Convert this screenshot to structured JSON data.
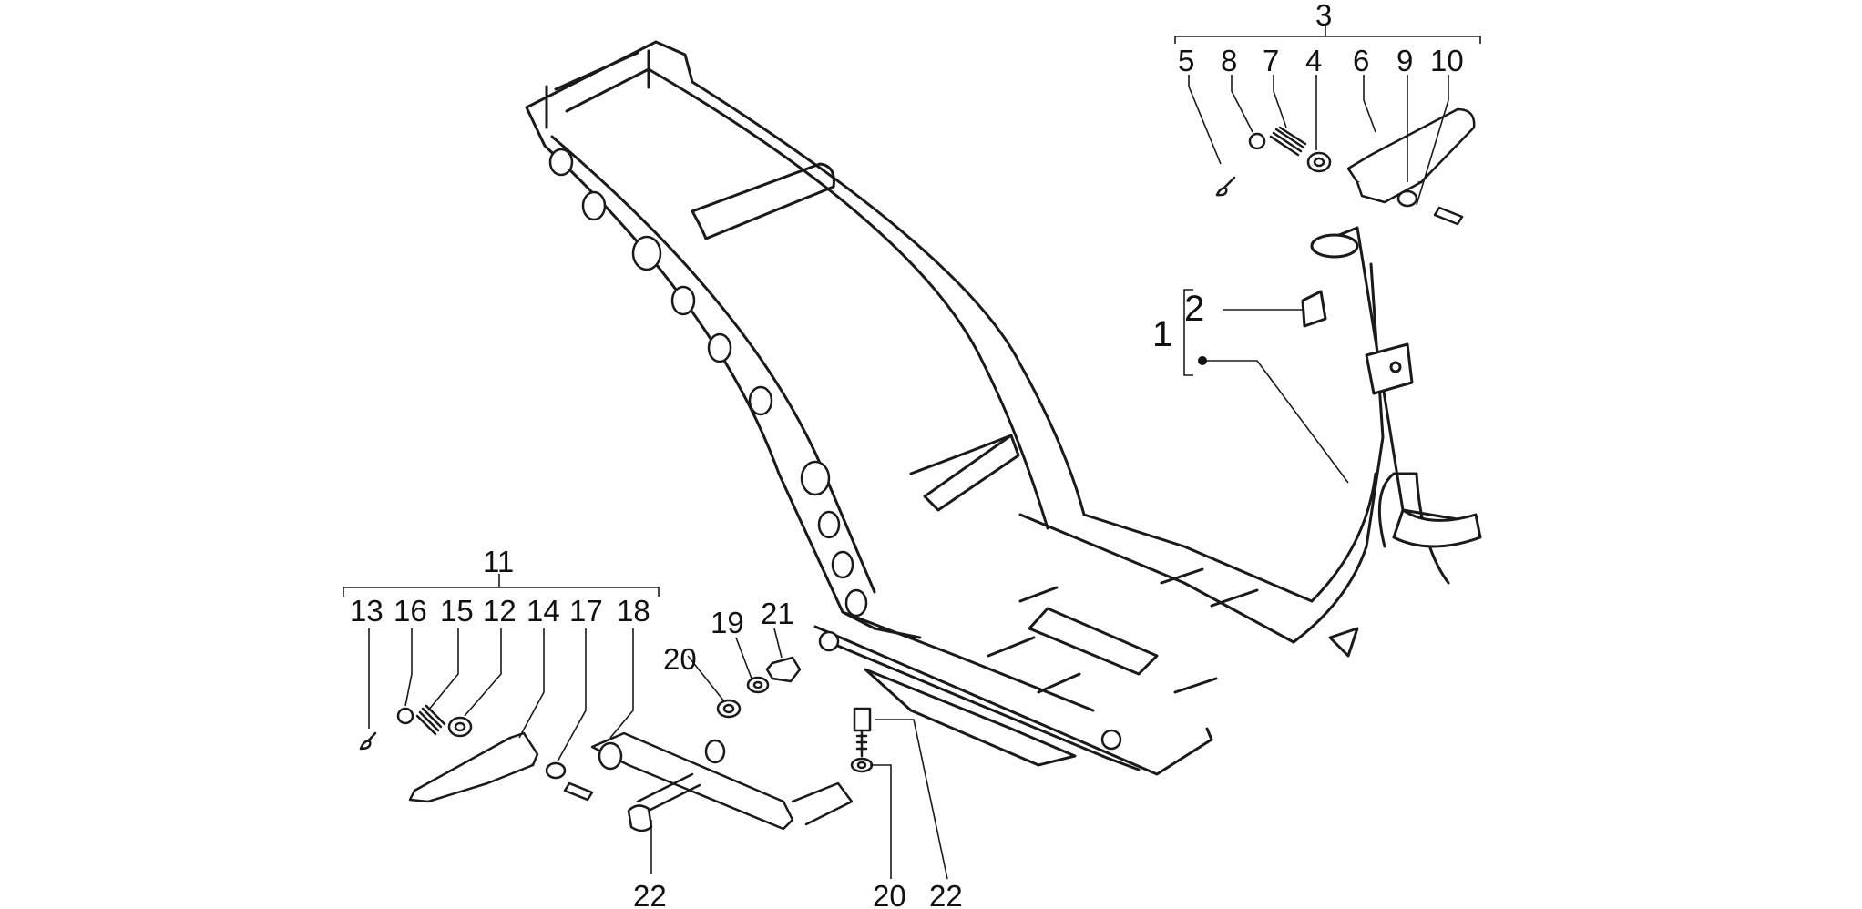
{
  "diagram": {
    "type": "exploded-parts-diagram",
    "groups": {
      "frame_group": {
        "label": "1",
        "subitems": [
          "2"
        ]
      },
      "stand_group_right": {
        "label": "3",
        "items": [
          "5",
          "8",
          "7",
          "4",
          "6",
          "9",
          "10"
        ]
      },
      "stand_group_left": {
        "label": "11",
        "items": [
          "13",
          "16",
          "15",
          "12",
          "14",
          "17",
          "18"
        ]
      }
    },
    "labels": {
      "l1": "1",
      "l2": "2",
      "l3": "3",
      "l4": "4",
      "l5": "5",
      "l6": "6",
      "l7": "7",
      "l8": "8",
      "l9": "9",
      "l10": "10",
      "l11": "11",
      "l12": "12",
      "l13": "13",
      "l14": "14",
      "l15": "15",
      "l16": "16",
      "l17": "17",
      "l18": "18",
      "l19": "19",
      "l20a": "20",
      "l21": "21",
      "l22a": "22",
      "l20b": "20",
      "l22b": "22"
    }
  }
}
